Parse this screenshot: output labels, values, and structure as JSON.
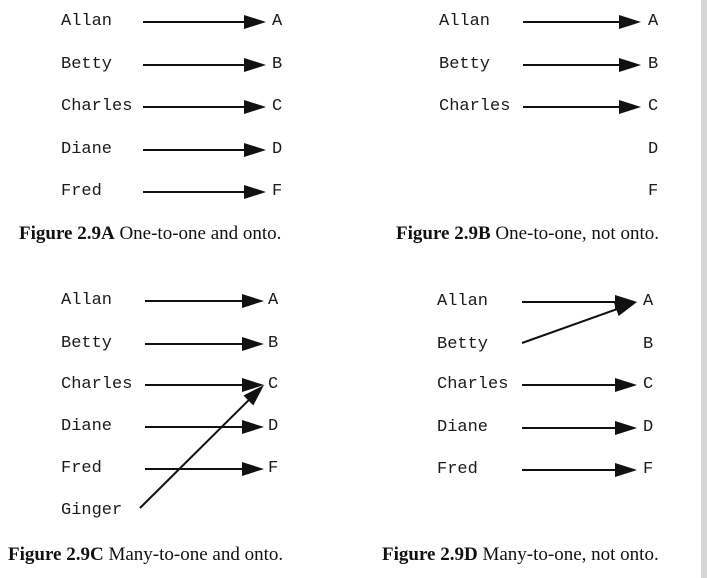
{
  "figures": [
    {
      "id": "A",
      "caption_label": "Figure 2.9A",
      "caption_text": " One-to-one and onto.",
      "left": [
        "Allan",
        "Betty",
        "Charles",
        "Diane",
        "Fred"
      ],
      "right": [
        "A",
        "B",
        "C",
        "D",
        "F"
      ],
      "mapping": [
        [
          0,
          0
        ],
        [
          1,
          1
        ],
        [
          2,
          2
        ],
        [
          3,
          3
        ],
        [
          4,
          4
        ]
      ]
    },
    {
      "id": "B",
      "caption_label": "Figure 2.9B",
      "caption_text": " One-to-one, not onto.",
      "left": [
        "Allan",
        "Betty",
        "Charles"
      ],
      "right": [
        "A",
        "B",
        "C",
        "D",
        "F"
      ],
      "mapping": [
        [
          0,
          0
        ],
        [
          1,
          1
        ],
        [
          2,
          2
        ]
      ]
    },
    {
      "id": "C",
      "caption_label": "Figure 2.9C",
      "caption_text": "  Many-to-one and onto.",
      "left": [
        "Allan",
        "Betty",
        "Charles",
        "Diane",
        "Fred",
        "Ginger"
      ],
      "right": [
        "A",
        "B",
        "C",
        "D",
        "F"
      ],
      "mapping": [
        [
          0,
          0
        ],
        [
          1,
          1
        ],
        [
          2,
          2
        ],
        [
          3,
          3
        ],
        [
          4,
          4
        ],
        [
          5,
          2
        ]
      ]
    },
    {
      "id": "D",
      "caption_label": "Figure 2.9D",
      "caption_text": "  Many-to-one, not onto.",
      "left": [
        "Allan",
        "Betty",
        "Charles",
        "Diane",
        "Fred"
      ],
      "right": [
        "A",
        "B",
        "C",
        "D",
        "F"
      ],
      "mapping": [
        [
          0,
          0
        ],
        [
          1,
          0
        ],
        [
          2,
          2
        ],
        [
          3,
          3
        ],
        [
          4,
          4
        ]
      ]
    }
  ]
}
